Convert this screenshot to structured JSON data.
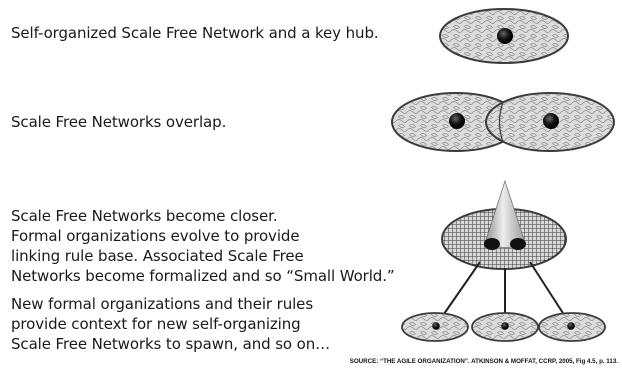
{
  "stages": [
    {
      "id": "hub",
      "lines": [
        "Self-organized Scale Free Network and a key hub."
      ]
    },
    {
      "id": "overlap",
      "lines": [
        "Scale Free Networks overlap."
      ]
    },
    {
      "id": "closer",
      "lines": [
        "Scale Free Networks become closer.",
        "Formal organizations evolve to provide",
        "linking rule base. Associated Scale Free",
        "Networks become formalized and so “Small World.”"
      ]
    },
    {
      "id": "spawn",
      "lines": [
        "New formal organizations and their rules",
        "provide context for new self-organizing",
        "Scale Free Networks to spawn, and so on…"
      ]
    }
  ],
  "source": "SOURCE: “THE AGILE ORGANIZATION”. ATKINSON & MOFFAT, CCRP, 2005, Fig 4.5, p. 113.",
  "colors": {
    "text": "#1a1a1a",
    "network_fill": "#dcdcdc",
    "network_stroke": "#3c3c3c",
    "hub": "#111111",
    "mesh_fill": "#7a7a7a",
    "cone": "#bdbdbd"
  }
}
